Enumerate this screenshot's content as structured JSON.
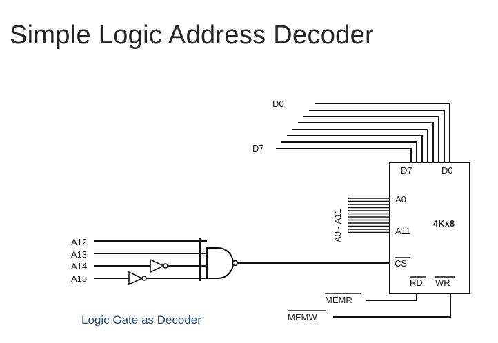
{
  "slide": {
    "title": "Simple Logic Address Decoder"
  },
  "diagram": {
    "data_bus": {
      "top_label": "D0",
      "bottom_label": "D7"
    },
    "memory_chip": {
      "size_label": "4Kx8",
      "pin_d7": "D7",
      "pin_d0": "D0",
      "pin_a0": "A0",
      "pin_a11": "A11",
      "pin_cs": "CS",
      "pin_rd": "RD",
      "pin_wr": "WR"
    },
    "address_bus_label": "A0 - A11",
    "address_inputs": [
      "A12",
      "A13",
      "A14",
      "A15"
    ],
    "control_signals": {
      "memr": "MEMR",
      "memw": "MEMW"
    },
    "caption": "Logic Gate as Decoder"
  }
}
